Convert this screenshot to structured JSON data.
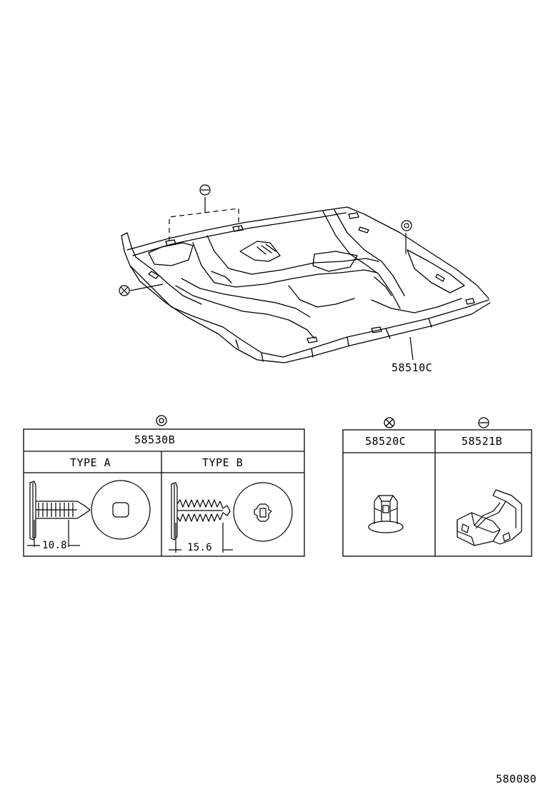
{
  "main_part": {
    "number": "58510C"
  },
  "symbols": {
    "double_circle": "◎",
    "cross_circle": "⊗",
    "minus_circle": "⊖"
  },
  "table_58530B": {
    "part_number": "58530B",
    "type_a": {
      "label": "TYPE A",
      "dimension": "10.8"
    },
    "type_b": {
      "label": "TYPE B",
      "dimension": "15.6"
    }
  },
  "table_right": {
    "col_1": {
      "part_number": "58520C"
    },
    "col_2": {
      "part_number": "58521B"
    }
  },
  "diagram_code": "580080"
}
